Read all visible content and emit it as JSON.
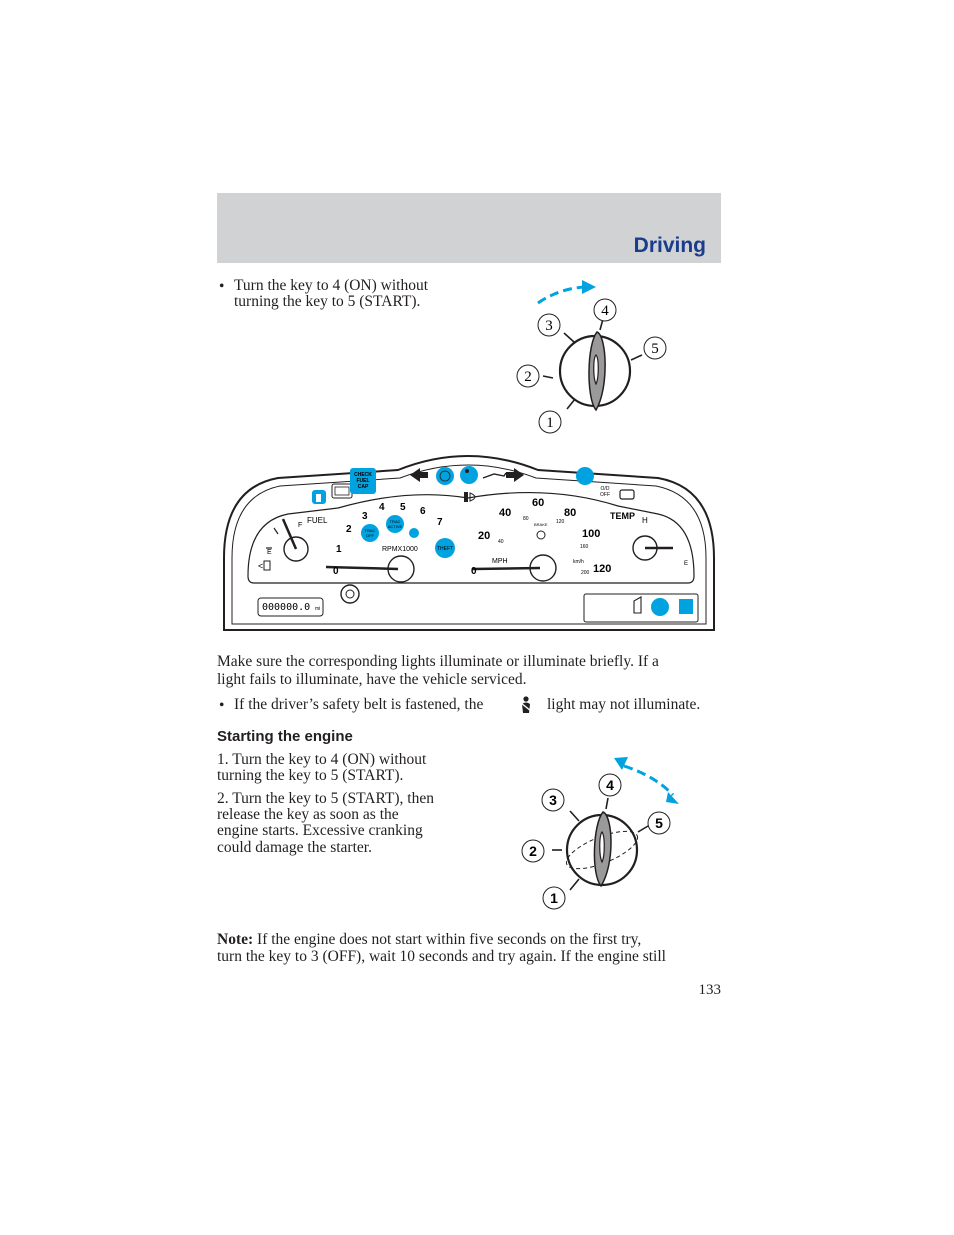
{
  "header": {
    "title": "Driving"
  },
  "step_a": {
    "bullet": "•",
    "line1": "Turn the key to 4 (ON) without",
    "line2": "turning the key to 5 (START)."
  },
  "ignition_top": {
    "positions": [
      "1",
      "2",
      "3",
      "4",
      "5"
    ]
  },
  "cluster": {
    "check_fuel_cap": [
      "CHECK",
      "FUEL",
      "CAP"
    ],
    "fuel_label": "FUEL",
    "fuel_full": "F",
    "fuel_empty": "E",
    "tach_numbers": [
      "0",
      "1",
      "2",
      "3",
      "4",
      "5",
      "6",
      "7"
    ],
    "tach_unit": "RPMX1000",
    "trac_off": [
      "TRAC",
      "OFF"
    ],
    "trac_active": [
      "TRAC",
      "ACTIVE"
    ],
    "theft": "THEFT",
    "mph_numbers": [
      "0",
      "20",
      "40",
      "60",
      "80",
      "100",
      "120"
    ],
    "mph_unit": "MPH",
    "kmh_numbers": [
      "40",
      "80",
      "120",
      "160",
      "200"
    ],
    "kmh_unit": "km/h",
    "brake": "BRAKE",
    "od_off": [
      "O/D",
      "OFF"
    ],
    "temp_label": "TEMP",
    "temp_hot": "H",
    "odometer": "000000.0",
    "odometer_unit": "mi",
    "right_e": "E"
  },
  "para1": {
    "line1": "Make sure the corresponding lights illuminate or illuminate briefly. If a",
    "line2": "light fails to illuminate, have the vehicle serviced."
  },
  "bullet_belt": {
    "bullet": "•",
    "before": "If the driver’s safety belt is fastened, the",
    "after": "light may not illuminate."
  },
  "subheading": "Starting the engine",
  "steps": {
    "s1_line1": "1. Turn the key to 4 (ON) without",
    "s1_line2": "turning the key to 5 (START).",
    "s2_line1": "2. Turn the key to 5 (START), then",
    "s2_line2": "release the key as soon as the",
    "s2_line3": "engine starts. Excessive cranking",
    "s2_line4": "could damage the starter."
  },
  "ignition_bottom": {
    "positions": [
      "1",
      "2",
      "3",
      "4",
      "5"
    ]
  },
  "note": {
    "label": "Note:",
    "line1": " If the engine does not start within five seconds on the first try,",
    "line2": "turn the key to 3 (OFF), wait 10 seconds and try again. If the engine still"
  },
  "page_number": "133",
  "colors": {
    "header_band": "#d0d2d3",
    "title": "#1a3c8c",
    "arrow": "#00a3e0",
    "key": "#9a9a9a"
  }
}
